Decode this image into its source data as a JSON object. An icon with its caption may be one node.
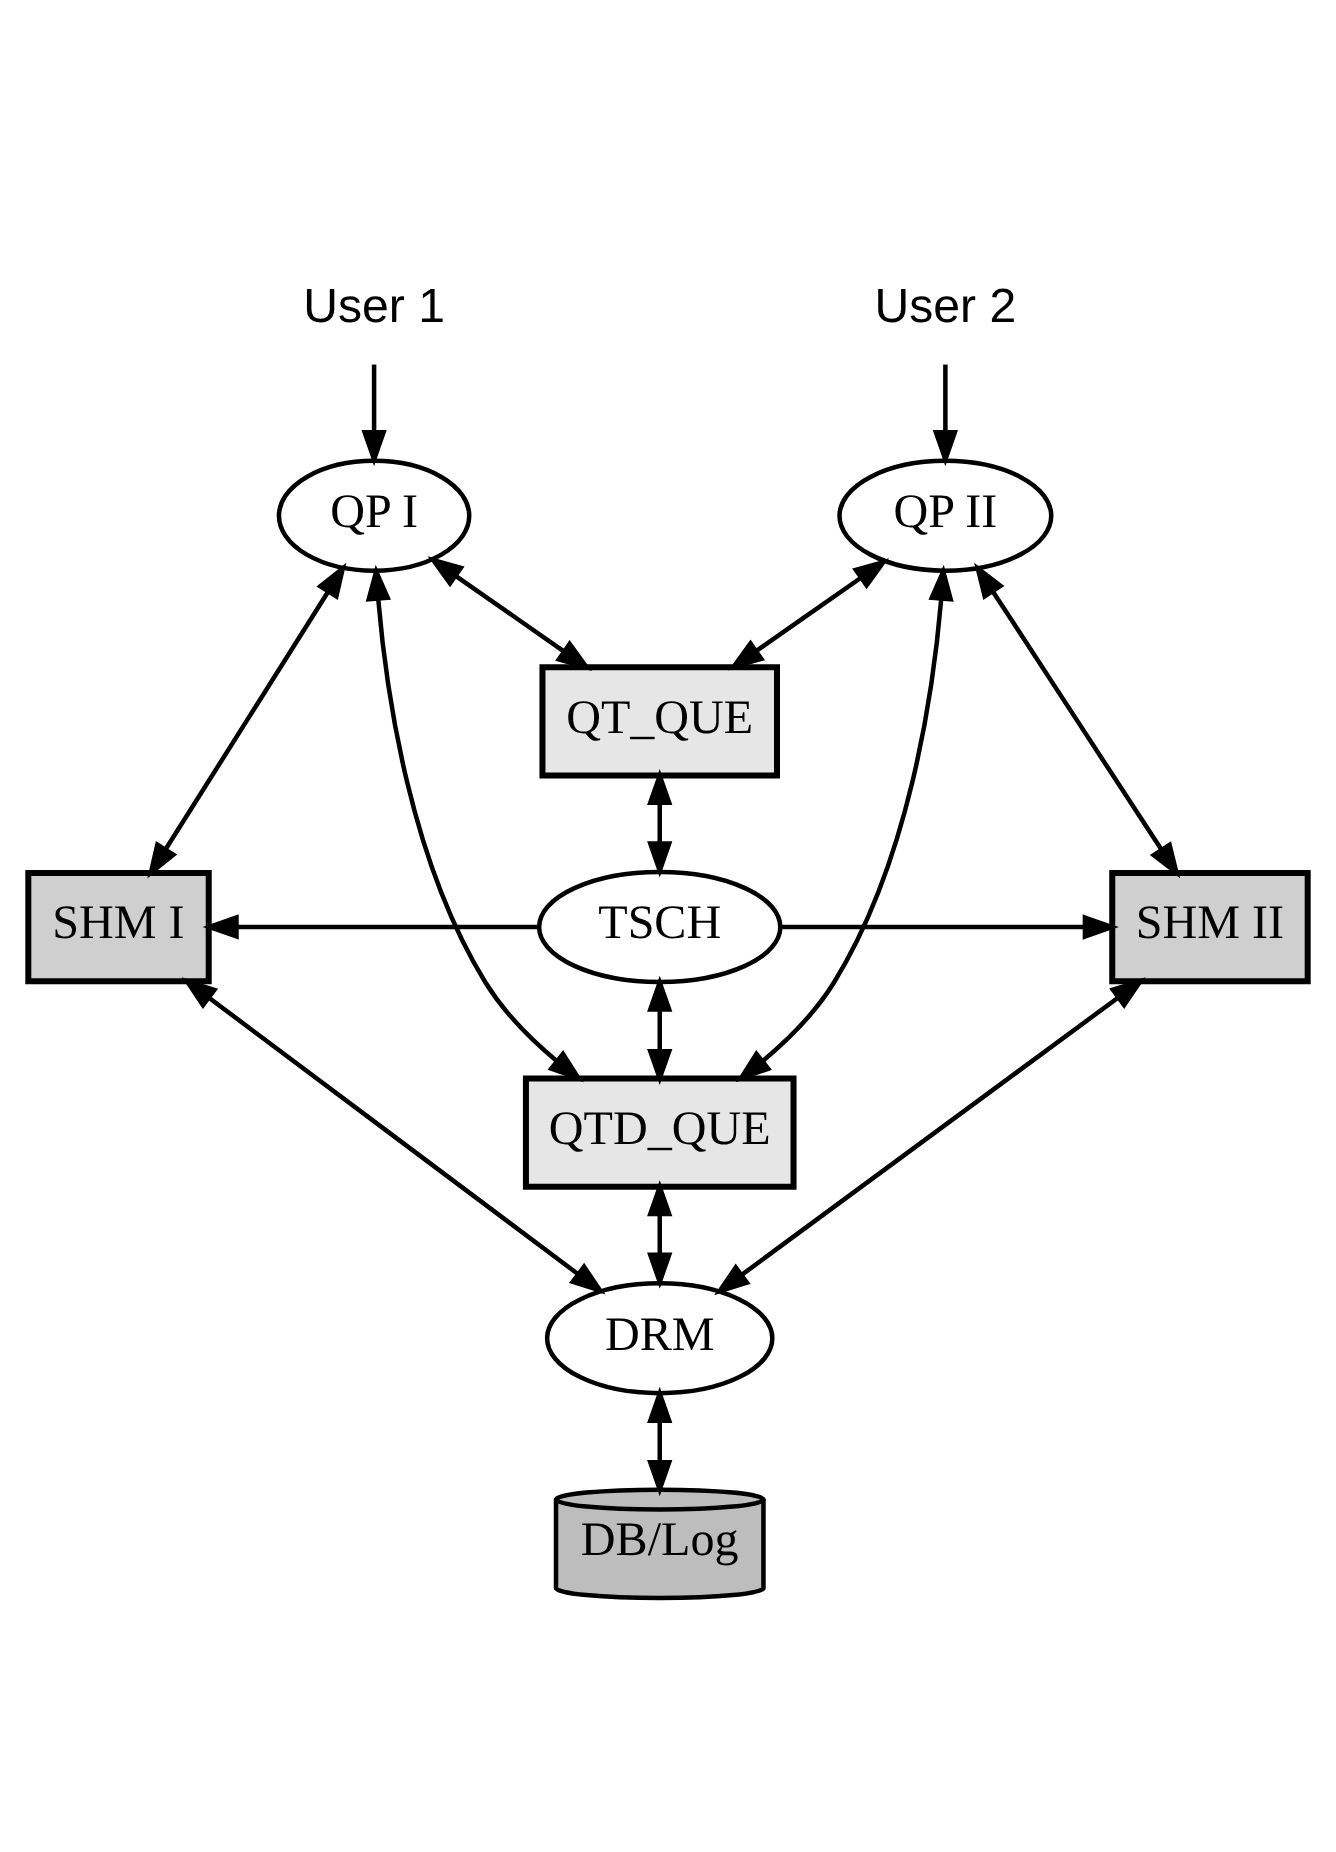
{
  "diagram": {
    "nodes": [
      {
        "text": [
          "User 1"
        ]
      },
      {
        "text": [
          "User 2"
        ]
      },
      {
        "text": [
          "QP I"
        ]
      },
      {
        "text": [
          "QP II"
        ]
      },
      {
        "text": [
          "QT_QUE"
        ]
      },
      {
        "text": [
          "SHM I"
        ]
      },
      {
        "text": [
          "TSCH"
        ]
      },
      {
        "text": [
          "SHM II"
        ]
      },
      {
        "text": [
          "QTD_QUE"
        ]
      },
      {
        "text": [
          "DRM"
        ]
      },
      {
        "text": [
          "DB/Log"
        ]
      }
    ],
    "edges": [
      {
        "from": 0,
        "to": 2,
        "arrow": "to"
      },
      {
        "from": 1,
        "to": 3,
        "arrow": "to"
      },
      {
        "from": 2,
        "to": 4,
        "arrow": "both"
      },
      {
        "from": 3,
        "to": 4,
        "arrow": "both"
      },
      {
        "from": 2,
        "to": 5,
        "arrow": "both"
      },
      {
        "from": 3,
        "to": 7,
        "arrow": "both"
      },
      {
        "from": 4,
        "to": 6,
        "arrow": "both"
      },
      {
        "from": 6,
        "to": 5,
        "arrow": "to"
      },
      {
        "from": 6,
        "to": 7,
        "arrow": "to"
      },
      {
        "from": 2,
        "to": 8,
        "arrow": "both"
      },
      {
        "from": 3,
        "to": 8,
        "arrow": "both"
      },
      {
        "from": 6,
        "to": 8,
        "arrow": "both"
      },
      {
        "from": 5,
        "to": 9,
        "arrow": "both"
      },
      {
        "from": 7,
        "to": 9,
        "arrow": "both"
      },
      {
        "from": 8,
        "to": 9,
        "arrow": "both"
      },
      {
        "from": 9,
        "to": 10,
        "arrow": "both"
      }
    ]
  }
}
